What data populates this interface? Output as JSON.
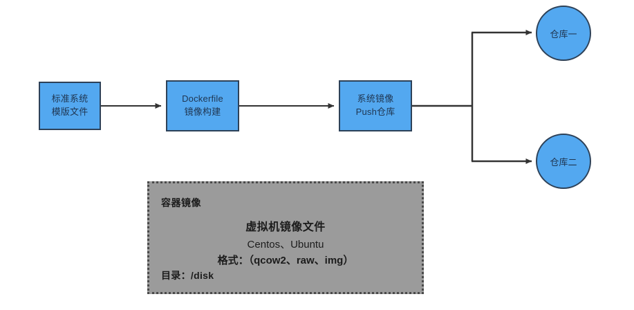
{
  "diagram": {
    "type": "flowchart",
    "title_visible": false,
    "colors": {
      "node_fill": "#53a8f0",
      "node_border": "#2d4158",
      "node_text": "#1f3550",
      "panel_fill": "#9b9b9b",
      "panel_border": "#4a4a4a",
      "edge": "#333333",
      "background": "#ffffff"
    },
    "nodes": [
      {
        "id": "tpl",
        "shape": "rect",
        "lines": [
          "标准系统",
          "模版文件"
        ],
        "line1": "标准系统",
        "line2": "模版文件"
      },
      {
        "id": "dockerfile",
        "shape": "rect",
        "lines": [
          "Dockerfile",
          "镜像构建"
        ],
        "line1": "Dockerfile",
        "line2": "镜像构建"
      },
      {
        "id": "push",
        "shape": "rect",
        "lines": [
          "系统镜像",
          "Push仓库"
        ],
        "line1": "系统镜像",
        "line2": "Push仓库"
      },
      {
        "id": "repo1",
        "shape": "circle",
        "label": "仓库一"
      },
      {
        "id": "repo2",
        "shape": "circle",
        "label": "仓库二"
      }
    ],
    "edges": [
      {
        "from": "tpl",
        "to": "dockerfile",
        "style": "solid-arrow"
      },
      {
        "from": "dockerfile",
        "to": "push",
        "style": "solid-arrow"
      },
      {
        "from": "push",
        "to": "repo1",
        "style": "solid-arrow-elbow"
      },
      {
        "from": "push",
        "to": "repo2",
        "style": "solid-arrow-elbow"
      }
    ],
    "panel": {
      "title": "容器镜像",
      "center_line_1": "虚拟机镜像文件",
      "center_line_2": "Centos、Ubuntu",
      "center_line_3": "格式：（qcow2、raw、img）",
      "footer": "目录：/disk"
    }
  }
}
